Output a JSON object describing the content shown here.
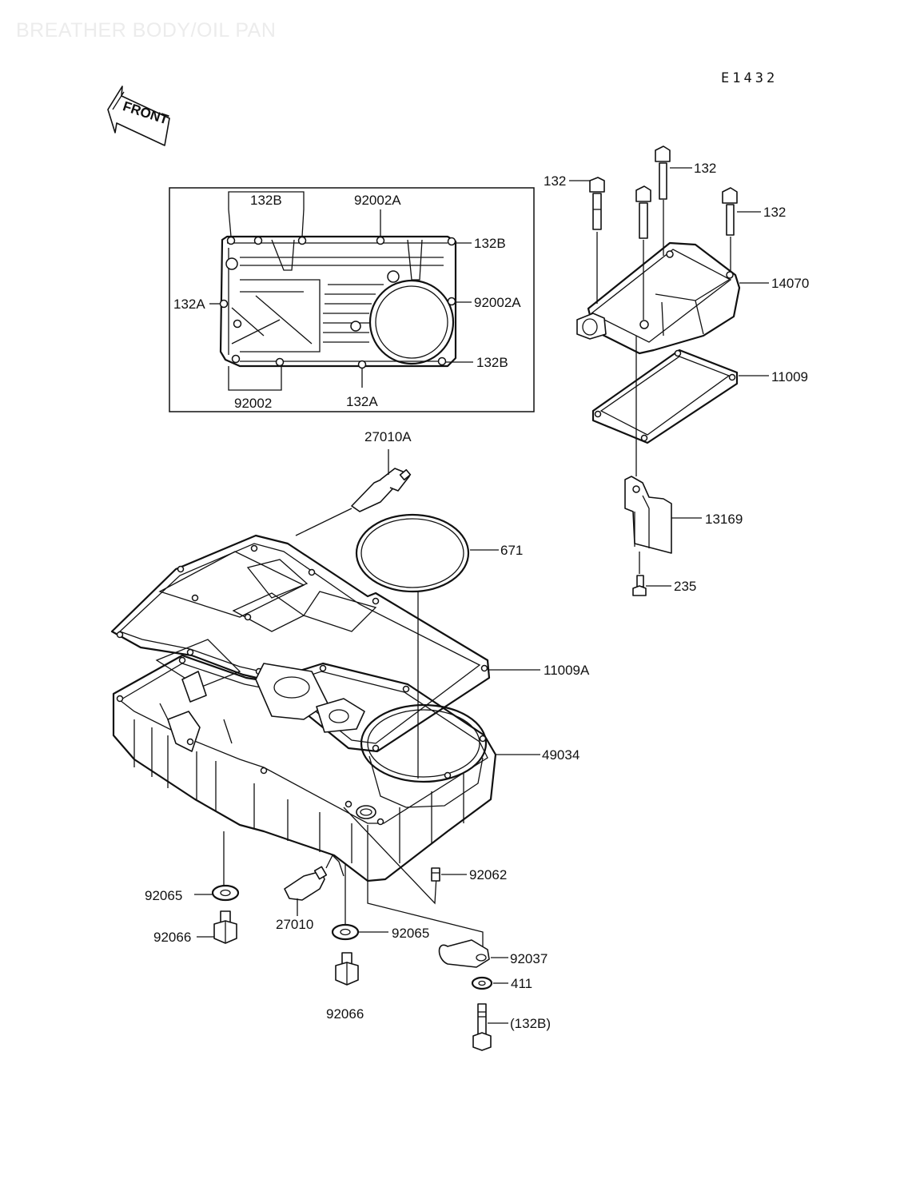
{
  "page": {
    "watermark": "BREATHER BODY/OIL PAN",
    "diagram_code": "E1432",
    "front_label": "FRONT"
  },
  "inset_labels": {
    "a": "132B",
    "b": "92002A",
    "c": "132B",
    "d": "132A",
    "e": "92002A",
    "f": "132B",
    "g": "92002",
    "h": "132A"
  },
  "breather_labels": {
    "bolt_top": "132",
    "bolt_left": "132",
    "bolt_right": "132",
    "breather_body": "14070",
    "gasket": "11009",
    "plate": "13169",
    "screw": "235"
  },
  "oilpan_labels": {
    "switch_top": "27010A",
    "o_ring": "671",
    "pan_gasket": "11009A",
    "oil_pan": "49034",
    "washer_left": "92065",
    "plug_left": "92066",
    "switch_bottom": "27010",
    "pipe": "92062",
    "washer_mid": "92065",
    "plug_mid": "92066",
    "clamp": "92037",
    "washer_small": "411",
    "bolt_bottom": "(132B)"
  }
}
